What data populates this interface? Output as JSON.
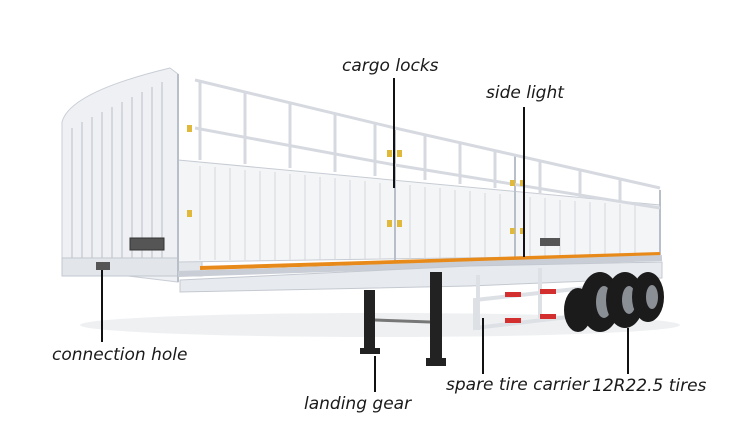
{
  "labels": {
    "cargo_locks": "cargo locks",
    "side_light": "side light",
    "connection_hole": "connection hole",
    "landing_gear": "landing gear",
    "spare_tire_carrier": "spare tire carrier",
    "tires": "12R22.5 tires"
  },
  "colors": {
    "body": "#f4f5f7",
    "panel_shadow": "#d9dde3",
    "stripe_orange": "#e88a1a",
    "reflector_red": "#d32f2f",
    "tire": "#1b1b1b",
    "leg": "#222222",
    "lock_yellow": "#e0b83a"
  }
}
